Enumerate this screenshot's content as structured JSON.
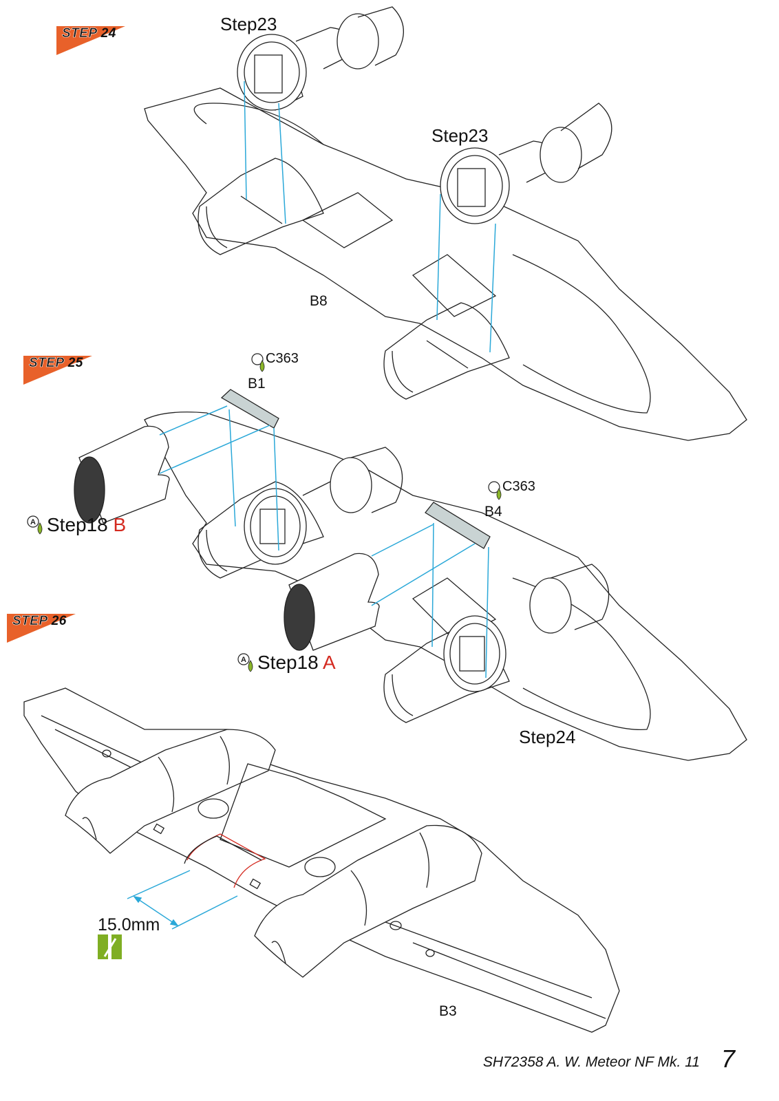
{
  "page": {
    "footer_text": "SH72358 A. W. Meteor NF Mk. 11",
    "page_number": "7"
  },
  "colors": {
    "step_badge": "#e8612a",
    "leader_line": "#2aa8d8",
    "paint_drop": "#8bb62a",
    "part_fill": "#c9d3d3",
    "cut_line": "#d42a20",
    "tool_icon": "#7fae23"
  },
  "steps": [
    {
      "label": "STEP",
      "number": "24",
      "callouts": {
        "sub_assembly_left": "Step23",
        "sub_assembly_right": "Step23",
        "part_wing": "B8"
      }
    },
    {
      "label": "STEP",
      "number": "25",
      "callouts": {
        "paint_left": {
          "icon": "paint-drop-icon",
          "code": "C363"
        },
        "part_left": "B1",
        "paint_right": {
          "icon": "paint-drop-icon",
          "code": "C363"
        },
        "part_right": "B4",
        "ref_left": {
          "icon": "option-a-paint-icon",
          "text": "Step18",
          "variant": "B"
        },
        "ref_right": {
          "icon": "option-a-paint-icon",
          "text": "Step18",
          "variant": "A"
        },
        "base_assembly": "Step24"
      }
    },
    {
      "label": "STEP",
      "number": "26",
      "callouts": {
        "measurement": "15.0mm",
        "tool_icon": "cut-knife-icon",
        "part_wing": "B3"
      }
    }
  ]
}
